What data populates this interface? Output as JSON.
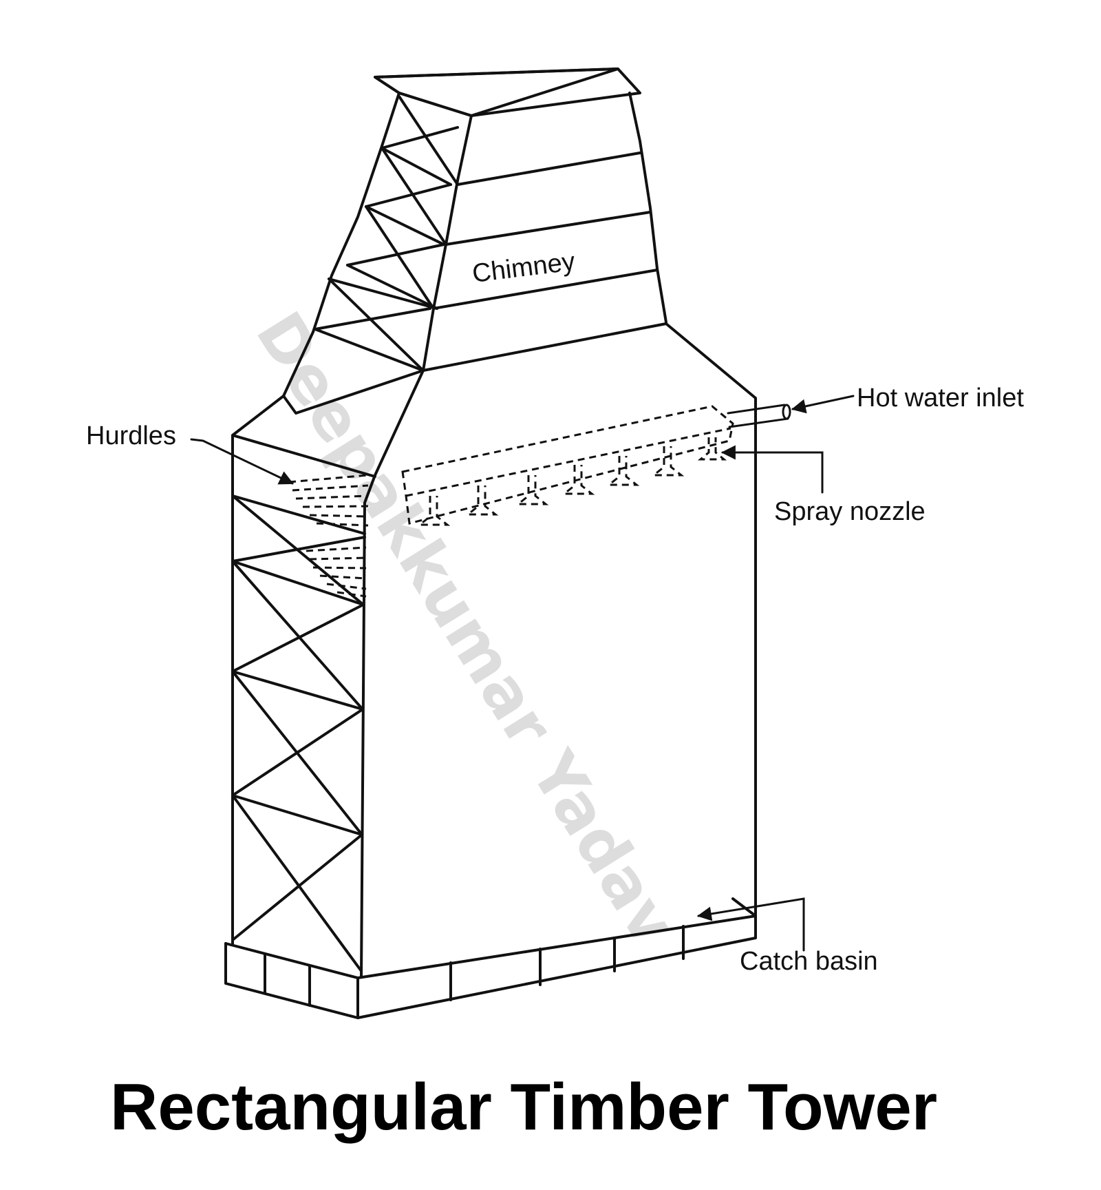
{
  "labels": {
    "chimney": "Chimney",
    "hot_water_inlet": "Hot water inlet",
    "hurdles": "Hurdles",
    "spray_nozzle": "Spray nozzle",
    "catch_basin": "Catch basin"
  },
  "title": "Rectangular Timber Tower",
  "watermark": "Deepakkumar Yadav"
}
